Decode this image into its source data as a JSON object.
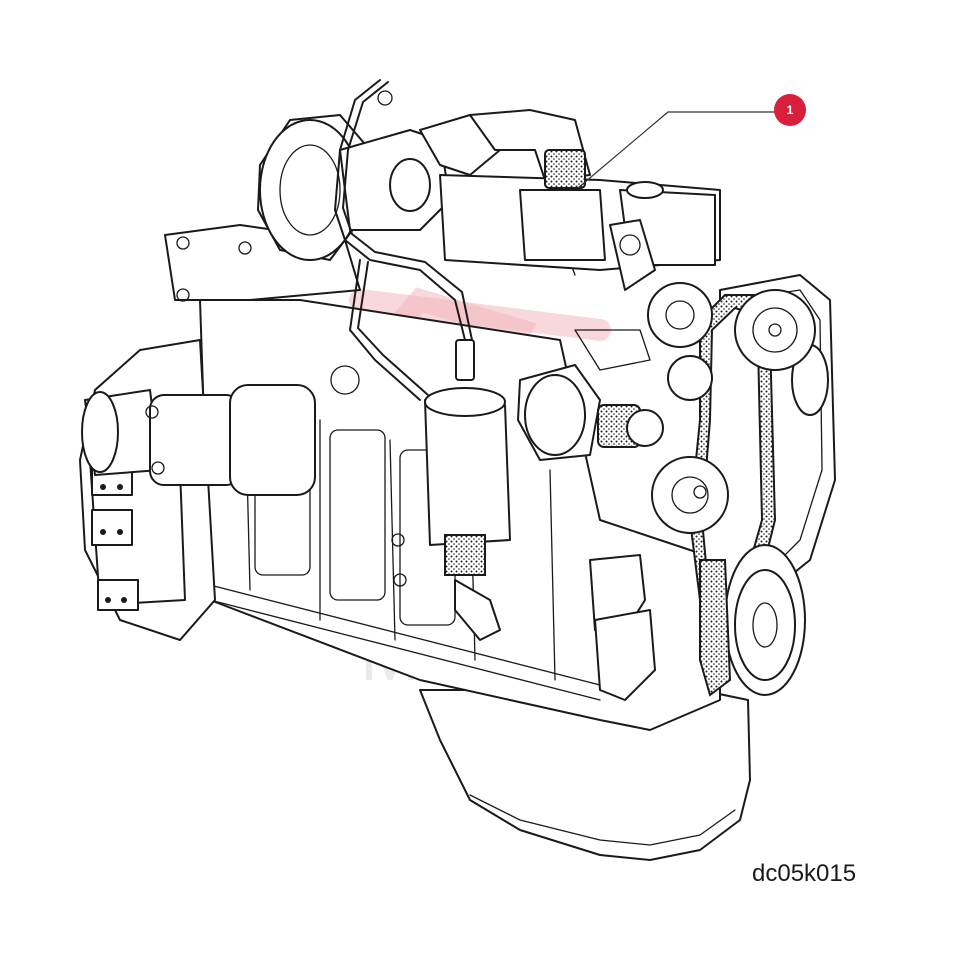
{
  "diagram": {
    "drawing_code": "dc05k015",
    "callouts": [
      {
        "label": "1",
        "color": "#d8203c"
      }
    ],
    "watermark_text": "MITEX"
  },
  "colors": {
    "line": "#1a1a1a",
    "callout_badge": "#d8203c",
    "watermark": "#f2b8bc"
  }
}
